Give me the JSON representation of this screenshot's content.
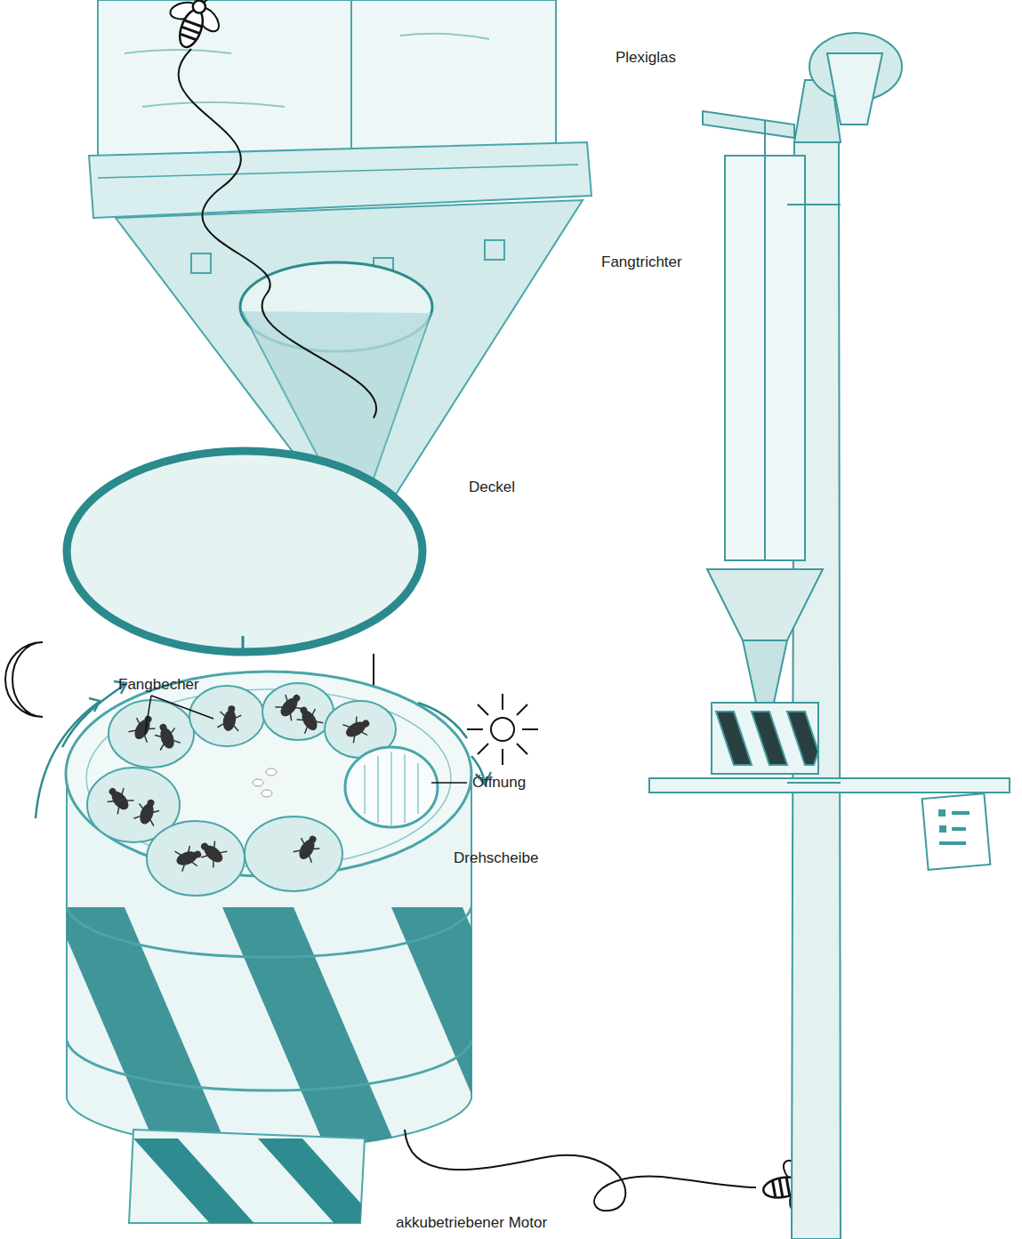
{
  "diagram": {
    "labels": [
      "Plexiglas",
      "Fangtrichter",
      "Deckel",
      "Fangbecher",
      "Öffnung",
      "Drehscheibe",
      "akkubetriebener Motor"
    ]
  }
}
